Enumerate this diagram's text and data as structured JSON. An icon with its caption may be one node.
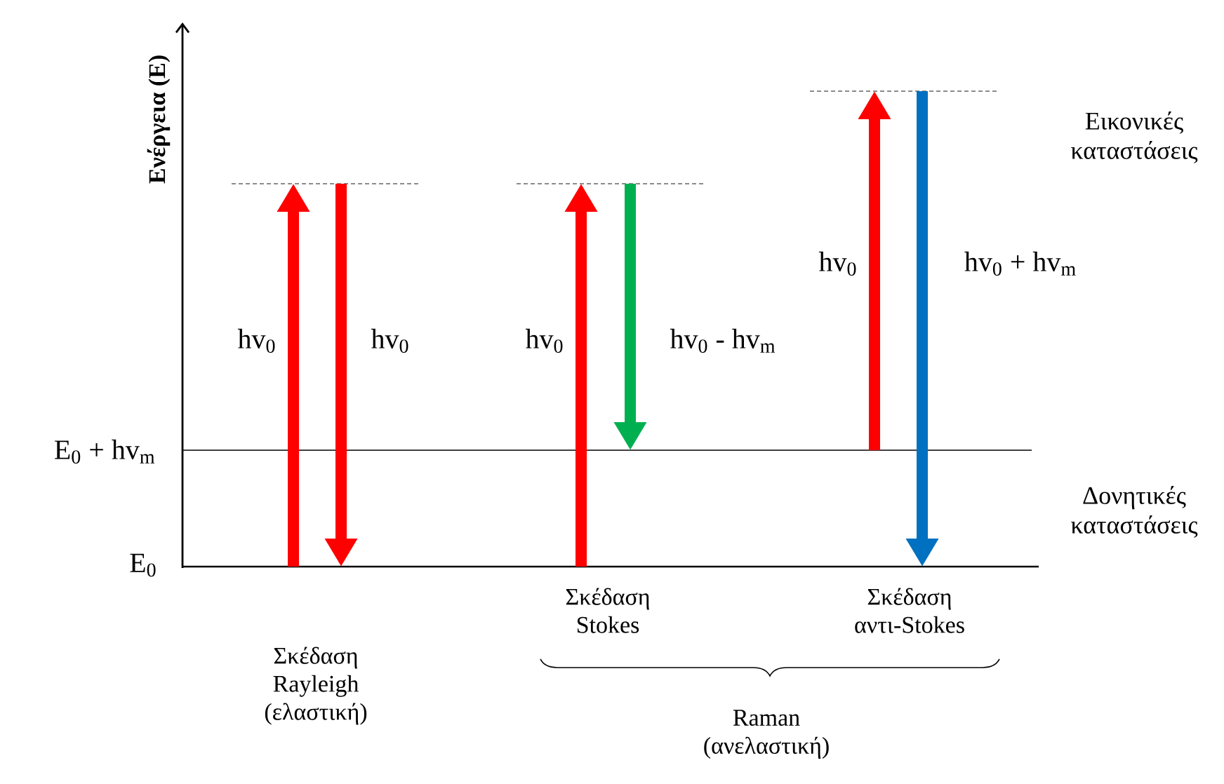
{
  "diagram": {
    "labels": [
      "Ενέργεια (E)",
      "hv$_{0}$",
      "hv$_{0}$",
      "hv$_{0}$",
      "hv$_{0}$ - hv$_{m}$",
      "hv$_{0}$",
      "hv$_{0}$ + hv$_{m}$",
      "Εικονικές καταστάσεις",
      "E$_{0}$ + hv$_{m}$",
      "Δονητικές καταστάσεις",
      "E$_{0}$",
      "Σκέδαση Rayleigh (ελαστική)",
      "Σκέδαση Stokes",
      "Σκέδαση αντι-Stokes",
      "Raman (ανελαστική)"
    ]
  }
}
